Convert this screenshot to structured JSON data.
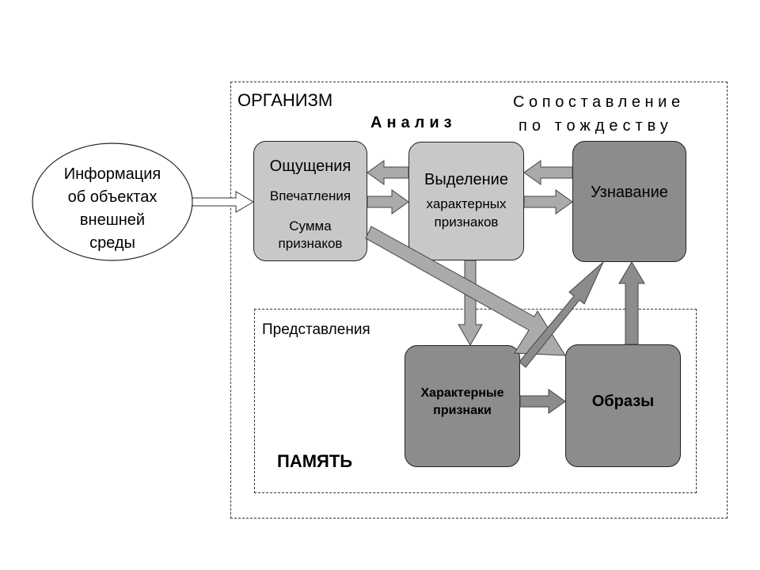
{
  "organism": {
    "title": "ОРГАНИЗМ",
    "analysis_label": "Анализ",
    "comparison_label_line1": "Сопоставление",
    "comparison_label_line2": "по тождеству"
  },
  "external_info": {
    "line1": "Информация",
    "line2": "об объектах",
    "line3": "внешней",
    "line4": "среды"
  },
  "sensations_box": {
    "title": "Ощущения",
    "line2": "Впечатления",
    "line3": "Сумма",
    "line4": "признаков"
  },
  "extraction_box": {
    "line1": "Выделение",
    "line2": "характерных",
    "line3": "признаков"
  },
  "recognition_box": {
    "label": "Узнавание"
  },
  "memory": {
    "representations_label": "Представления",
    "memory_label": "ПАМЯТЬ",
    "features_line1": "Характерные",
    "features_line2": "признаки",
    "images_label": "Образы"
  },
  "colors": {
    "light_box": "#c8c8c8",
    "dark_box": "#8c8c8c",
    "arrow_fill": "#aaaaaa",
    "arrow_dark": "#8c8c8c"
  }
}
